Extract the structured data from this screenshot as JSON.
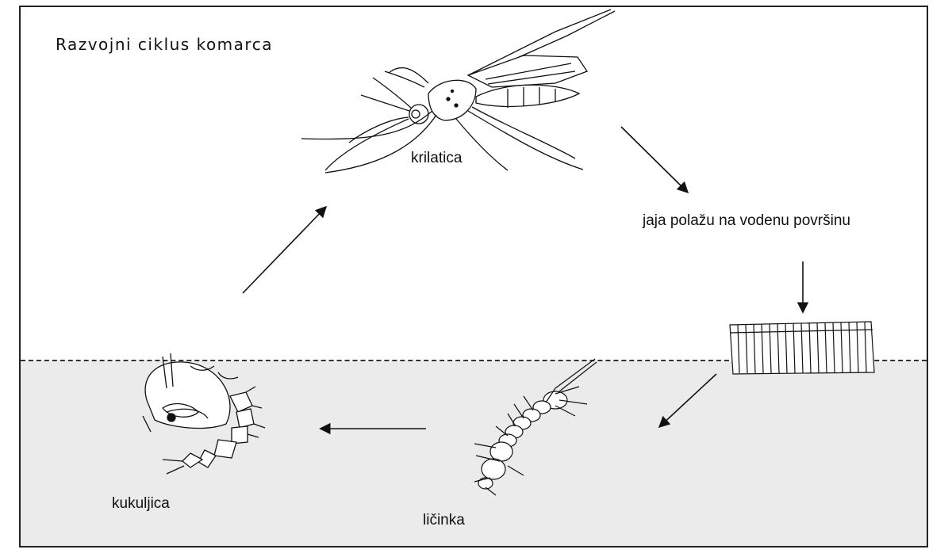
{
  "title": "Razvojni ciklus komarca",
  "stages": {
    "adult": "krilatica",
    "eggs_note": "jaja polažu na vodenu površinu",
    "larva": "ličinka",
    "pupa": "kukuljica"
  },
  "colors": {
    "water": "#ebebeb",
    "line": "#111111",
    "border": "#222222"
  }
}
